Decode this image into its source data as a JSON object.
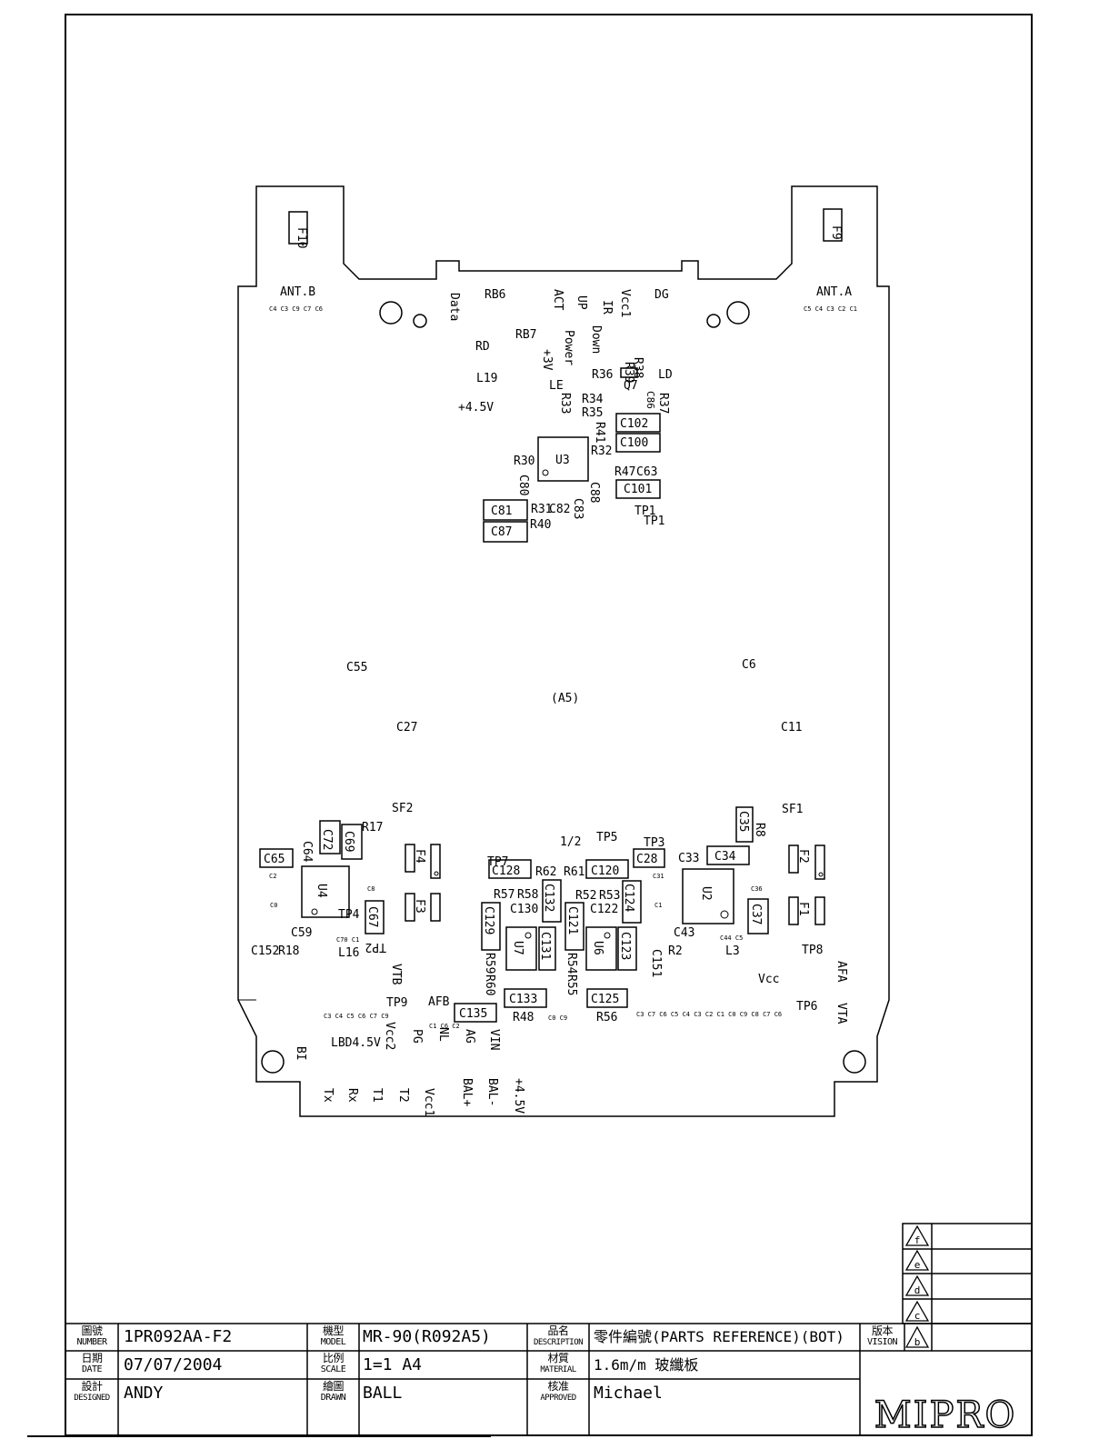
{
  "title_block": {
    "number_hdr": "圖號 NUMBER",
    "number_zh": "圖號",
    "number_en": "NUMBER",
    "number": "1PR092AA-F2",
    "date_zh": "日期",
    "date_en": "DATE",
    "date": "07/07/2004",
    "designed_zh": "設計",
    "designed_en": "DESIGNED",
    "designed": "ANDY",
    "model_zh": "機型",
    "model_en": "MODEL",
    "model": "MR-90(R092A5)",
    "scale_zh": "比例",
    "scale_en": "SCALE",
    "scale": "1=1   A4",
    "drawn_zh": "繪圖",
    "drawn_en": "DRAWN",
    "drawn": "BALL",
    "description_zh": "品名",
    "description_en": "DESCRIPTION",
    "description": "零件編號(PARTS REFERENCE)(BOT)",
    "material_zh": "材質",
    "material_en": "MATERIAL",
    "material": "1.6m/m 玻纖板",
    "approved_zh": "核准",
    "approved_en": "APPROVED",
    "approved": "Michael",
    "version_zh": "版本",
    "version_en": "VISION",
    "revisions": [
      "f",
      "e",
      "d",
      "c",
      "b"
    ],
    "logo": "MIPRO"
  },
  "pcb_labels": {
    "F10": "F10",
    "F9": "F9",
    "ANTB": "ANT.B",
    "ANTA": "ANT.A",
    "Data": "Data",
    "RB6": "RB6",
    "ACT": "ACT",
    "UP": "UP",
    "IR": "IR",
    "Vcc1top": "Vcc1",
    "DG": "DG",
    "RB7": "RB7",
    "RD": "RD",
    "Power": "Power",
    "Down": "Down",
    "p3V": "+3V",
    "LE": "LE",
    "L19": "L19",
    "p45V": "+4.5V",
    "R36": "R36",
    "R38": "R38",
    "R39": "R39",
    "LD": "LD",
    "Q7": "Q7",
    "R34": "R34",
    "R35": "R35",
    "R33": "R33",
    "C86": "C86",
    "R37": "R37",
    "C102": "C102",
    "C100": "C100",
    "R41": "R41",
    "R32": "R32",
    "R30": "R30",
    "U3": "U3",
    "C80": "C80",
    "R47": "R47",
    "C63": "C63",
    "C101": "C101",
    "C88": "C88",
    "C81": "C81",
    "R31": "R31",
    "C82": "C82",
    "C83": "C83",
    "C87": "C87",
    "R40": "R40",
    "TP1a": "TP1",
    "TP1b": "TP1",
    "C55": "C55",
    "C6": "C6",
    "A5": "(A5)",
    "C27": "C27",
    "C11": "C11",
    "SF2": "SF2",
    "SF1": "SF1",
    "C72": "C72",
    "C69": "C69",
    "R17": "R17",
    "C65": "C65",
    "C64": "C64",
    "U4": "U4",
    "TP4": "TP4",
    "C67": "C67",
    "C59": "C59",
    "C152": "C152",
    "R18": "R18",
    "L16": "L16",
    "TP2": "TP2",
    "VTB": "VTB",
    "TP9": "TP9",
    "F4": "F4",
    "F3": "F3",
    "half": "1/2",
    "TP5": "TP5",
    "TP3": "TP3",
    "TP7": "TP7",
    "C128": "C128",
    "R62": "R62",
    "R61": "R61",
    "C120": "C120",
    "C28": "C28",
    "C33": "C33",
    "C34": "C34",
    "C35": "C35",
    "R8": "R8",
    "R57": "R57",
    "R58": "R58",
    "C132": "C132",
    "C130": "C130",
    "R52": "R52",
    "R53": "R53",
    "C124": "C124",
    "C122": "C122",
    "C129": "C129",
    "U7": "U7",
    "C131": "C131",
    "C121": "C121",
    "U6": "U6",
    "C123": "C123",
    "R59": "R59",
    "R60": "R60",
    "R54": "R54",
    "R55": "R55",
    "C151": "C151",
    "U2": "U2",
    "C37": "C37",
    "C43": "C43",
    "R2": "R2",
    "L3": "L3",
    "F2": "F2",
    "F1": "F1",
    "TP8": "TP8",
    "AFA": "AFA",
    "VTA": "VTA",
    "Vcc": "Vcc",
    "TP6": "TP6",
    "AFB": "AFB",
    "C135": "C135",
    "C133": "C133",
    "R48": "R48",
    "C125": "C125",
    "R56": "R56",
    "LBD": "LBD4.5V",
    "Vcc2": "Vcc2",
    "PG": "PG",
    "NL": "NL",
    "AG": "AG",
    "VIN": "VIN",
    "BI": "BI",
    "Tx": "Tx",
    "Rx": "Rx",
    "T1": "T1",
    "T2": "T2",
    "Vcc1bot": "Vcc1",
    "BALp": "BAL+",
    "BALm": "BAL-",
    "p45Vbot": "+4.5V"
  }
}
